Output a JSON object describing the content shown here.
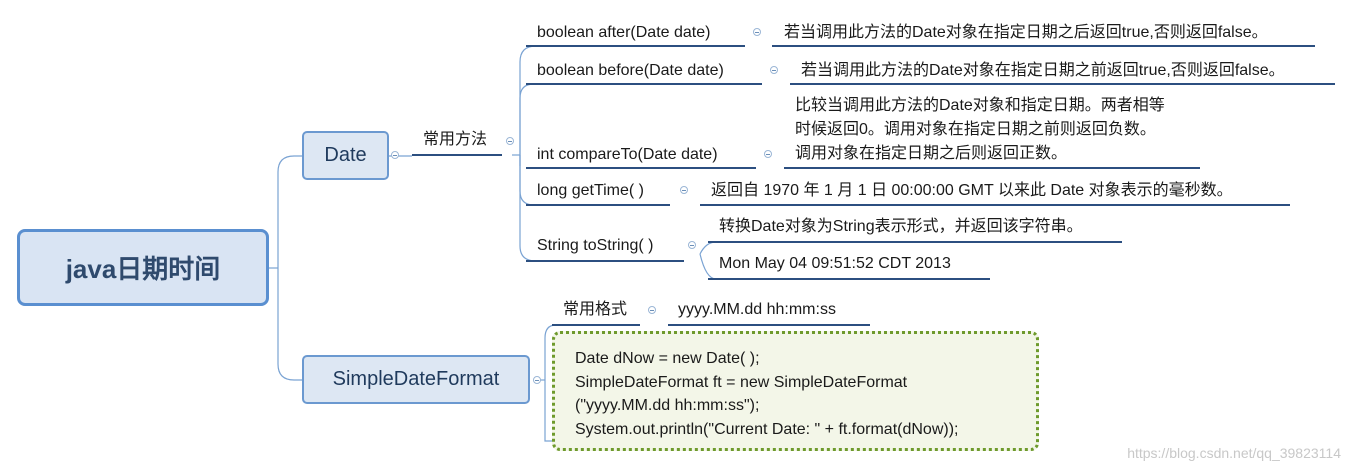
{
  "root": {
    "label": "java日期时间"
  },
  "date": {
    "label": "Date",
    "group_label": "常用方法",
    "methods": [
      {
        "signature": "boolean after(Date date)",
        "description": "若当调用此方法的Date对象在指定日期之后返回true,否则返回false。"
      },
      {
        "signature": "boolean before(Date date)",
        "description": "若当调用此方法的Date对象在指定日期之前返回true,否则返回false。"
      },
      {
        "signature": "int compareTo(Date date)",
        "description_lines": [
          "比较当调用此方法的Date对象和指定日期。两者相等",
          "时候返回0。调用对象在指定日期之前则返回负数。",
          "调用对象在指定日期之后则返回正数。"
        ]
      },
      {
        "signature": "long getTime( )",
        "description": "返回自 1970 年 1 月 1 日 00:00:00 GMT 以来此 Date 对象表示的毫秒数。"
      },
      {
        "signature": "String toString( )",
        "description": "转换Date对象为String表示形式，并返回该字符串。",
        "example": "Mon May 04 09:51:52 CDT 2013"
      }
    ]
  },
  "sdf": {
    "label": "SimpleDateFormat",
    "format_label": "常用格式",
    "format_value": "yyyy.MM.dd hh:mm:ss",
    "code_lines": [
      "Date dNow = new Date( );",
      "SimpleDateFormat ft = new SimpleDateFormat",
      "(\"yyyy.MM.dd hh:mm:ss\");",
      "System.out.println(\"Current Date: \" + ft.format(dNow));"
    ]
  },
  "watermark": "https://blog.csdn.net/qq_39823114",
  "colors": {
    "line": "#6b99d0",
    "underline": "#2c4f80",
    "code_border": "#6e9a2c"
  }
}
